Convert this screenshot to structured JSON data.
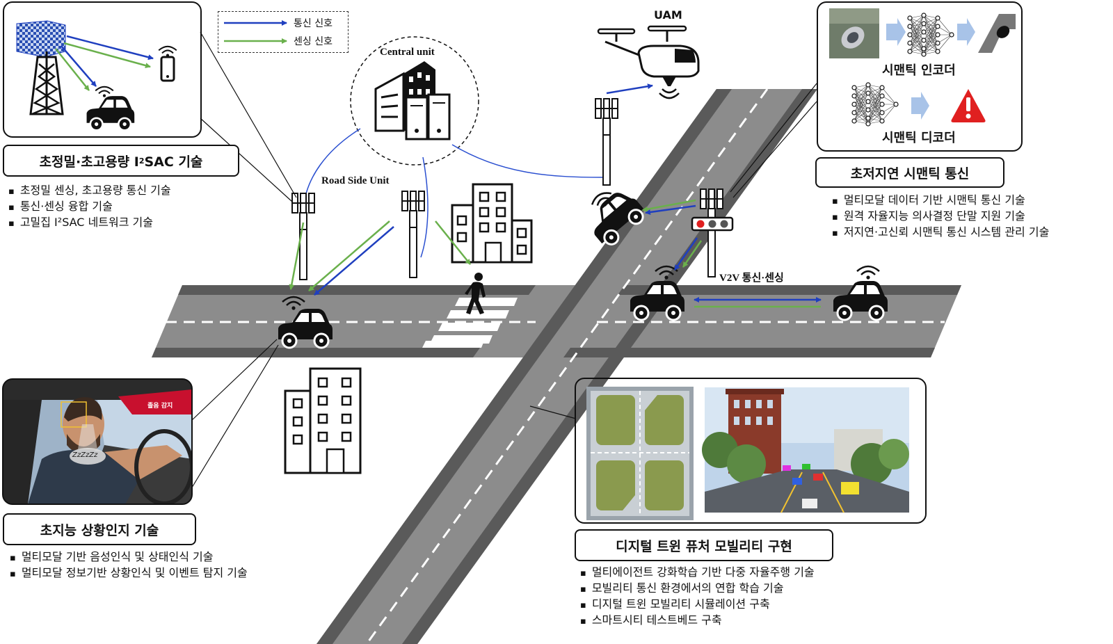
{
  "legend": {
    "communication": "통신 신호",
    "sensing": "센싱 신호"
  },
  "colors": {
    "communication": "#1f3fbf",
    "sensing": "#6ab04c",
    "road": "#8c8c8c",
    "road_edge": "#555555",
    "alert_red": "#e02020",
    "link_blue": "#2a4fd0"
  },
  "labels": {
    "central_unit": "Central unit",
    "uam": "UAM",
    "road_side_unit": "Road Side Unit",
    "v2v": "V2V 통신·센싱",
    "driver_alert": "졸음 감지",
    "encoder": "시맨틱 인코더",
    "decoder": "시맨틱 디코더",
    "sleep_text": "ZzZzZz"
  },
  "sections": {
    "i2sac": {
      "title_prefix": "초정밀·초고용량 I",
      "title_sup": "2",
      "title_suffix": "SAC 기술",
      "items": [
        "초정밀 센싱, 초고용량 통신 기술",
        "통신·센싱 융합 기술",
        "고밀집 I²SAC 네트워크 기술"
      ]
    },
    "semantic": {
      "title": "초저지연 시맨틱 통신",
      "items": [
        "멀티모달 데이터 기반 시맨틱 통신 기술",
        "원격 자율지능 의사결정 단말 지원 기술",
        "저지연·고신뢰 시맨틱 통신 시스템 관리 기술"
      ]
    },
    "awareness": {
      "title": "초지능 상황인지 기술",
      "items": [
        "멀티모달 기반 음성인식 및 상태인식 기술",
        "멀티모달 정보기반 상황인식 및 이벤트 탐지 기술"
      ]
    },
    "twin": {
      "title": "디지털 트윈 퓨처 모빌리티 구현",
      "items": [
        "멀티에이전트 강화학습 기반 다중 자율주행 기술",
        "모빌리티 통신 환경에서의 연합 학습 기술",
        "디지털 트윈 모빌리티 시뮬레이션 구축",
        "스마트시티 테스트베드 구축"
      ]
    }
  }
}
